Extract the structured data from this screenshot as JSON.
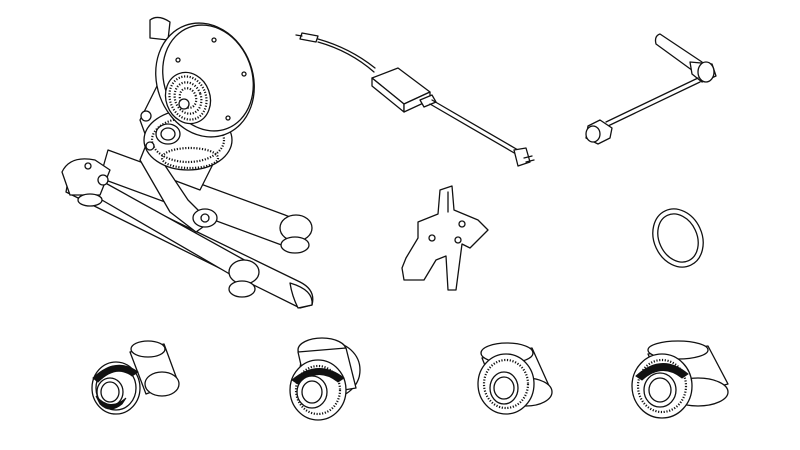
{
  "figure": {
    "background": "#ffffff",
    "line_color": "#111111",
    "parts": [
      {
        "name": "trainer",
        "icon": "direct-drive-trainer-icon"
      },
      {
        "name": "power-cord",
        "icon": "power-adapter-cord-icon"
      },
      {
        "name": "skewer",
        "icon": "quick-release-skewer-icon"
      },
      {
        "name": "bracket",
        "icon": "mounting-bracket-icon"
      },
      {
        "name": "spacer-ring",
        "icon": "spacer-ring-icon"
      },
      {
        "name": "adapter-1",
        "icon": "axle-adapter-long-icon"
      },
      {
        "name": "adapter-2",
        "icon": "axle-adapter-stepped-icon"
      },
      {
        "name": "adapter-3",
        "icon": "axle-adapter-short-icon"
      },
      {
        "name": "adapter-4",
        "icon": "axle-adapter-wide-icon"
      }
    ]
  }
}
